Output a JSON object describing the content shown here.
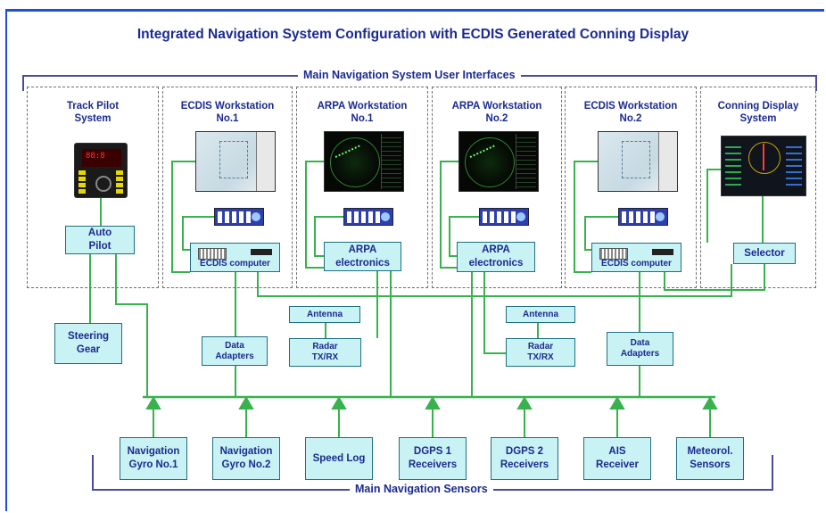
{
  "title": "Integrated Navigation System Configuration with ECDIS Generated Conning Display",
  "sections": {
    "interfaces": "Main Navigation System User Interfaces",
    "sensors": "Main Navigation Sensors"
  },
  "panels": [
    {
      "title": "Track Pilot System",
      "line1": "Track Pilot",
      "line2": "System"
    },
    {
      "title": "ECDIS Workstation No.1",
      "line1": "ECDIS Workstation",
      "line2": "No.1"
    },
    {
      "title": "ARPA Workstation No.1",
      "line1": "ARPA Workstation",
      "line2": "No.1"
    },
    {
      "title": "ARPA Workstation No.2",
      "line1": "ARPA Workstation",
      "line2": "No.2"
    },
    {
      "title": "ECDIS Workstation No.2",
      "line1": "ECDIS Workstation",
      "line2": "No.2"
    },
    {
      "title": "Conning Display System",
      "line1": "Conning Display",
      "line2": "System"
    }
  ],
  "units": {
    "autopilot": {
      "line1": "Auto",
      "line2": "Pilot"
    },
    "ecdis_computer": "ECDIS computer",
    "arpa_electronics": {
      "line1": "ARPA",
      "line2": "electronics"
    },
    "selector": "Selector",
    "steering": {
      "line1": "Steering",
      "line2": "Gear"
    },
    "data_adapters": {
      "line1": "Data",
      "line2": "Adapters"
    },
    "antenna": "Antenna",
    "radar": {
      "line1": "Radar",
      "line2": "TX/RX"
    }
  },
  "sensors": [
    {
      "line1": "Navigation",
      "line2": "Gyro No.1"
    },
    {
      "line1": "Navigation",
      "line2": "Gyro No.2"
    },
    {
      "line1": "Speed Log",
      "line2": ""
    },
    {
      "line1": "DGPS 1",
      "line2": "Receivers"
    },
    {
      "line1": "DGPS 2",
      "line2": "Receivers"
    },
    {
      "line1": "AIS",
      "line2": "Receiver"
    },
    {
      "line1": "Meteorol.",
      "line2": "Sensors"
    }
  ],
  "colors": {
    "title": "#1b2a8f",
    "box_fill": "#c9f2f5",
    "connector": "#37b24d",
    "bracket": "#4a4aa0",
    "frame": "#1e4fd8"
  }
}
